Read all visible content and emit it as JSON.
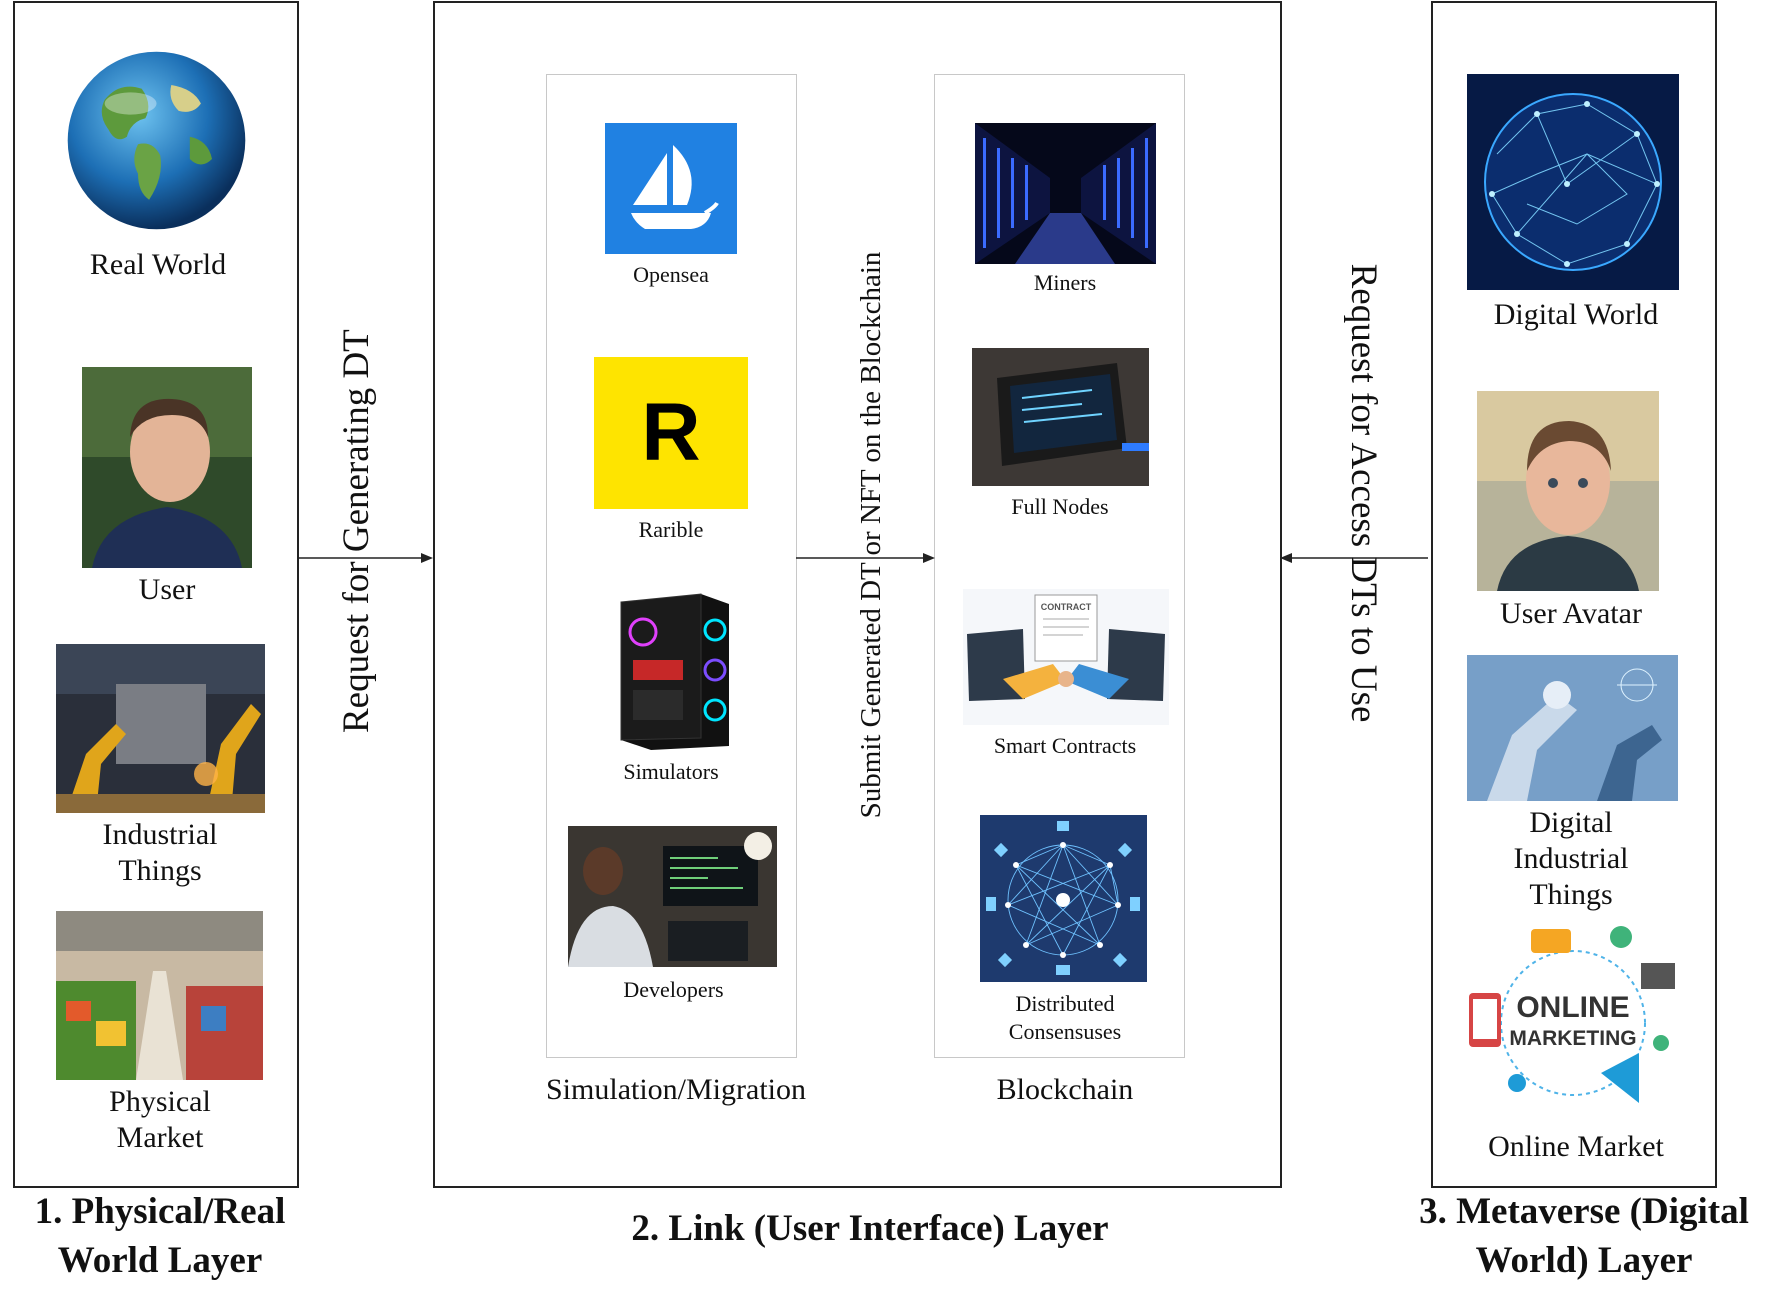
{
  "layers": {
    "physical": {
      "title_line1": "1. Physical/Real",
      "title_line2": "World Layer",
      "items": {
        "real_world": "Real World",
        "user": "User",
        "industrial_l1": "Industrial",
        "industrial_l2": "Things",
        "market_l1": "Physical",
        "market_l2": "Market"
      }
    },
    "link": {
      "title": "2. Link (User Interface) Layer",
      "simulation": {
        "title": "Simulation/Migration",
        "items": {
          "opensea": "Opensea",
          "rarible": "Rarible",
          "simulators": "Simulators",
          "developers": "Developers"
        }
      },
      "blockchain": {
        "title": "Blockchain",
        "items": {
          "miners": "Miners",
          "full_nodes": "Full Nodes",
          "smart_contracts": "Smart Contracts",
          "consensus_l1": "Distributed",
          "consensus_l2": "Consensuses"
        }
      }
    },
    "metaverse": {
      "title_line1": "3. Metaverse (Digital",
      "title_line2": "World) Layer",
      "items": {
        "digital_world": "Digital World",
        "user_avatar": "User Avatar",
        "dit_l1": "Digital",
        "dit_l2": "Industrial",
        "dit_l3": "Things",
        "online_market": "Online Market"
      }
    }
  },
  "arrows": {
    "request_generating": "Request for Generating DT",
    "submit_generated": "Submit Generated DT or NFT on the Blockchain",
    "request_access": "Request for Access DTs to Use"
  },
  "logos": {
    "rarible_letter": "R",
    "online": "ONLINE",
    "marketing": "MARKETING",
    "contract": "CONTRACT"
  },
  "colors": {
    "opensea_blue": "#2081e2",
    "rarible_yellow": "#fee400",
    "consensus_navy": "#1e3a6e"
  }
}
